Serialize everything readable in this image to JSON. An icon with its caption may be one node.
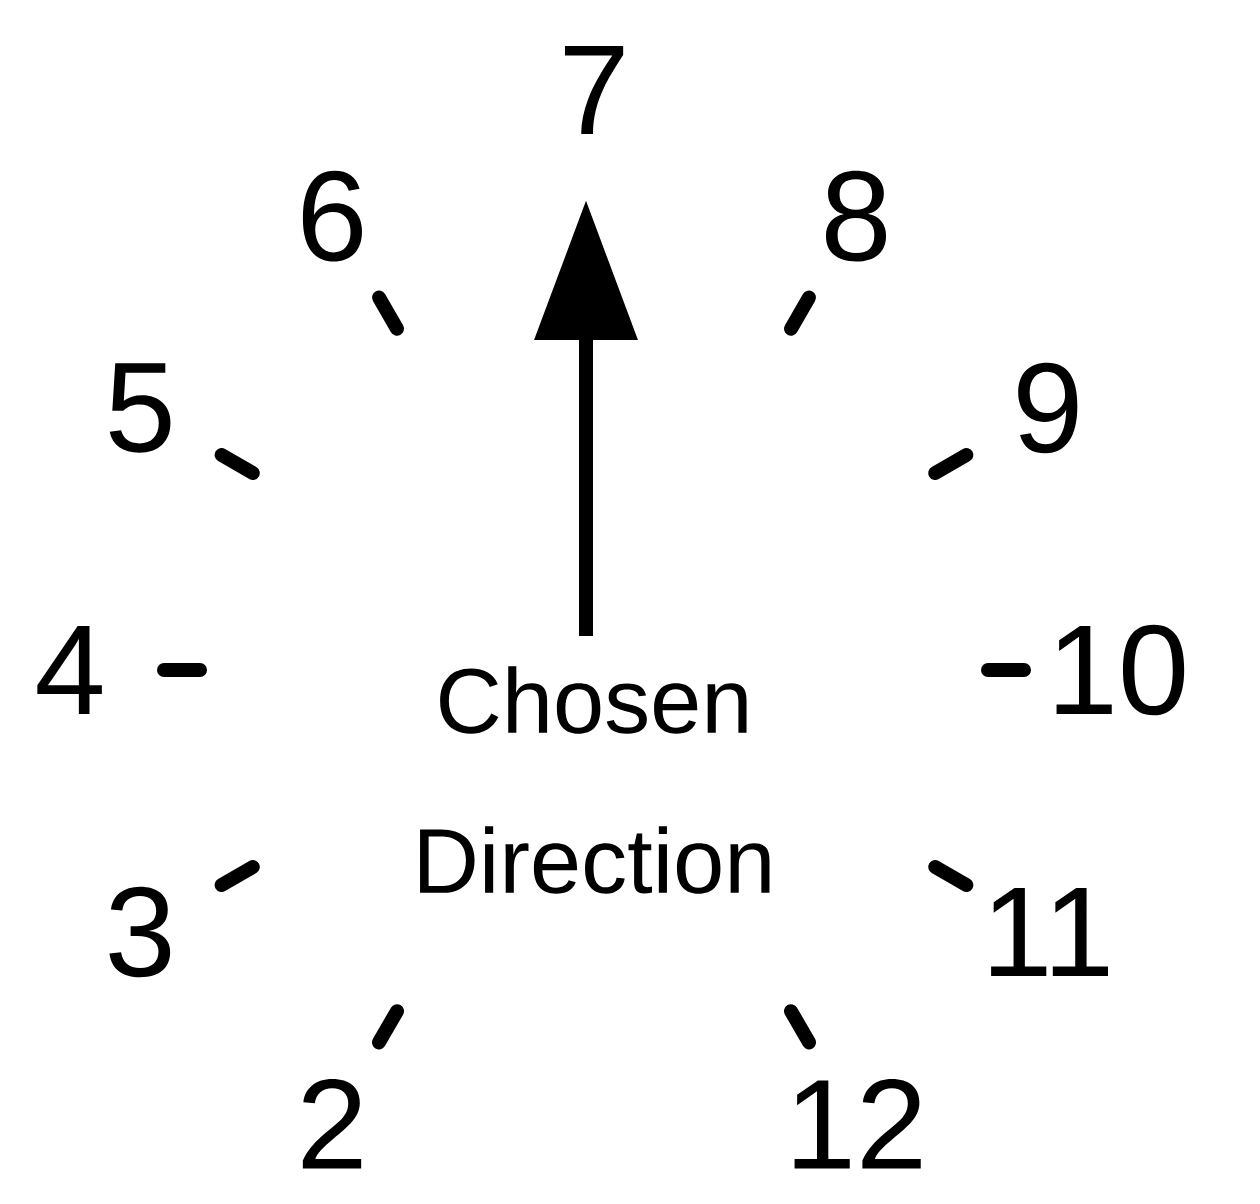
{
  "diagram": {
    "labels": [
      "2",
      "3",
      "4",
      "5",
      "6",
      "7",
      "8",
      "9",
      "10",
      "11",
      "12",
      "Chosen Direction"
    ]
  }
}
